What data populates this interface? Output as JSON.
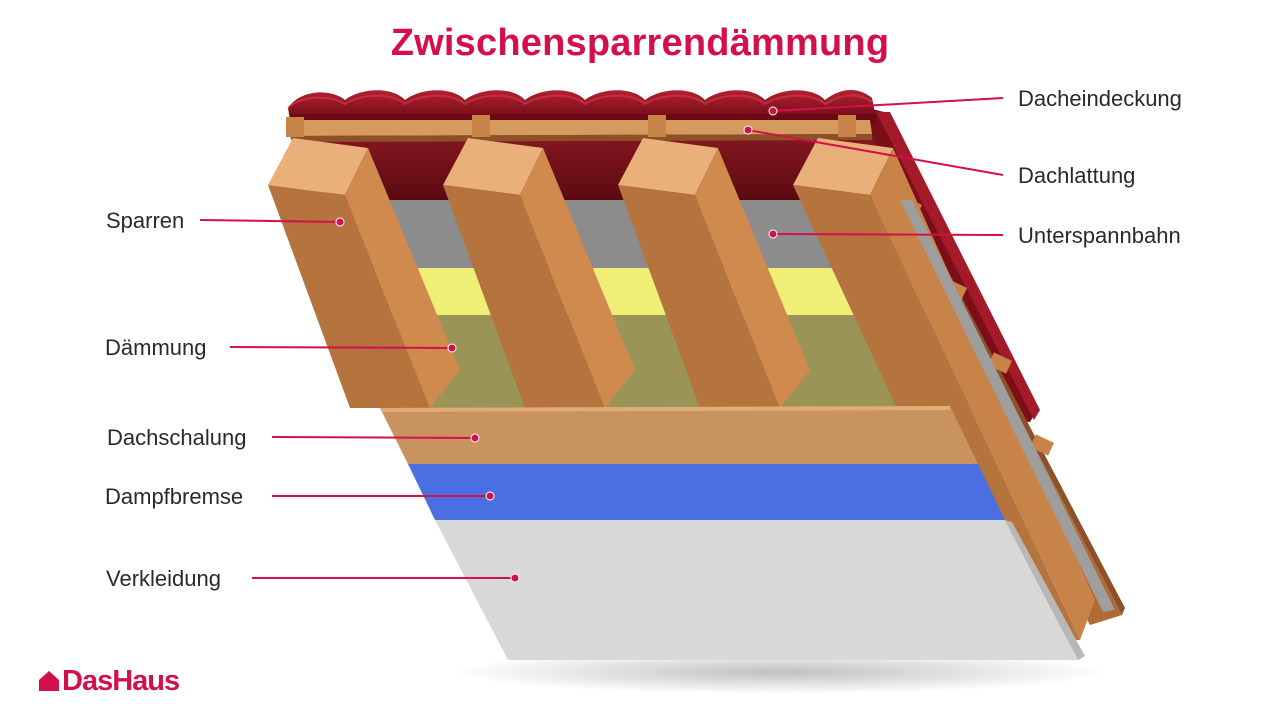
{
  "title": "Zwischensparrendämmung",
  "labels": {
    "dacheindeckung": "Dacheindeckung",
    "dachlattung": "Dachlattung",
    "unterspannbahn": "Unterspannbahn",
    "sparren": "Sparren",
    "daemmung": "Dämmung",
    "dachschalung": "Dachschalung",
    "dampfbremse": "Dampfbremse",
    "verkleidung": "Verkleidung"
  },
  "logo": {
    "text": "DasHaus",
    "icon": "house-icon"
  },
  "colors": {
    "accent": "#d4104a",
    "roof_tile": "#8e1320",
    "wood": "#c8874a",
    "underlay": "#8a8a8a",
    "insulation_top": "#eeee77",
    "insulation": "#9a9555",
    "vapor_barrier": "#4a6fe0",
    "cladding": "#d8d8d8"
  }
}
